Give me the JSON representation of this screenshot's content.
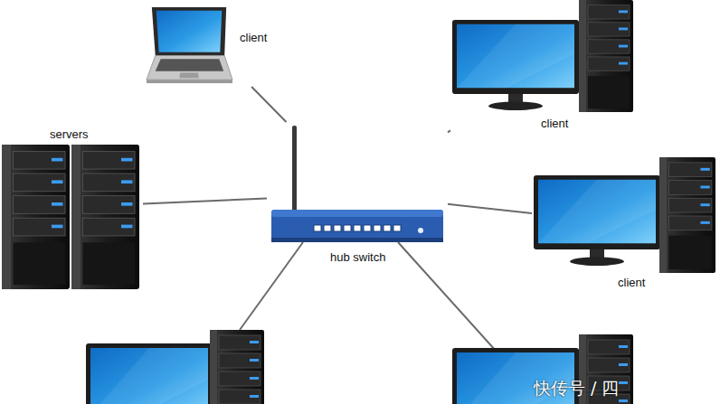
{
  "diagram": {
    "nodes": [
      {
        "text": [
          "client"
        ]
      },
      {
        "text": [
          "client"
        ]
      },
      {
        "text": [
          "servers"
        ]
      },
      {
        "text": [
          "hub switch"
        ]
      },
      {
        "text": [
          "client"
        ]
      }
    ],
    "edges": [
      {
        "from": 3,
        "to": 0,
        "arrow": "none"
      },
      {
        "from": 3,
        "to": 1,
        "arrow": "none"
      },
      {
        "from": 3,
        "to": 2,
        "arrow": "none"
      },
      {
        "from": 3,
        "to": 4,
        "arrow": "none"
      }
    ],
    "labels": [
      "快传号 / 四"
    ]
  }
}
